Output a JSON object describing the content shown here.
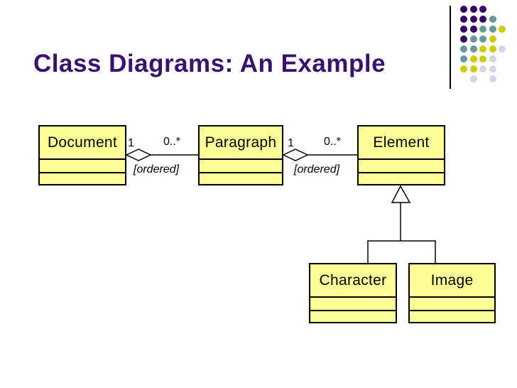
{
  "slide": {
    "title": "Class Diagrams: An Example",
    "title_color": "#38126E",
    "background": "#FFFFFF"
  },
  "theme": {
    "box_fill": "#FFFF99",
    "box_border": "#000000",
    "line_color": "#000000",
    "dot_colors": {
      "P": "#330066",
      "T": "#669999",
      "Y": "#CCCC00",
      "L": "#D5D5E8"
    },
    "dot_pattern": [
      "PPP..",
      "PPPT.",
      "PPTTY",
      "PTTY.",
      "TTYYL",
      "TYYL.",
      "YYLL.",
      ".L.L."
    ]
  },
  "diagram": {
    "classes": [
      {
        "name": "Document"
      },
      {
        "name": "Paragraph"
      },
      {
        "name": "Element"
      },
      {
        "name": "Character"
      },
      {
        "name": "Image"
      }
    ],
    "associations": [
      {
        "from": "Document",
        "to": "Paragraph",
        "type": "aggregation",
        "from_multiplicity": "1",
        "to_multiplicity": "0..*",
        "constraint": "[ordered]"
      },
      {
        "from": "Paragraph",
        "to": "Element",
        "type": "aggregation",
        "from_multiplicity": "1",
        "to_multiplicity": "0..*",
        "constraint": "[ordered]"
      }
    ],
    "generalizations": [
      {
        "parent": "Element",
        "children": [
          "Character",
          "Image"
        ]
      }
    ]
  }
}
